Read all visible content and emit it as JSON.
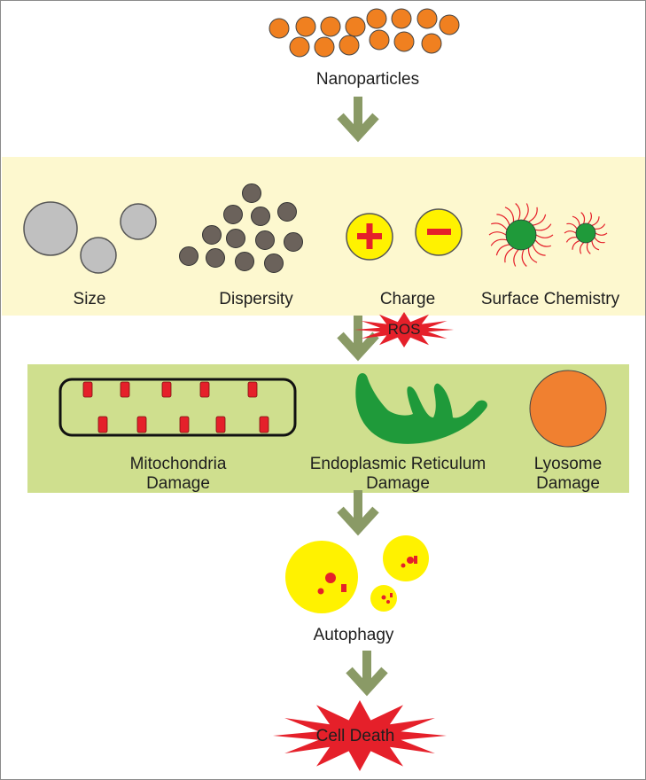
{
  "title": "",
  "nodes": {
    "nanoparticles": "Nanoparticles",
    "size": "Size",
    "dispersity": "Dispersity",
    "charge": "Charge",
    "surface_chemistry": "Surface Chemistry",
    "ros": "ROS",
    "mitochondria_damage": "Mitochondria\nDamage",
    "er_damage": "Endoplasmic Reticulum\nDamage",
    "lysosome_damage": "Lyosome\nDamage",
    "autophagy": "Autophagy",
    "cell_death": "Cell Death"
  },
  "colors": {
    "nanoparticle": "#f08020",
    "factors_band": "#fdf8cf",
    "damage_band": "#cfdf8e",
    "arrow": "#8a9a66",
    "size_particle": "#c0c0c0",
    "dispersity_particle": "#6b625b",
    "charge_fill": "#fff200",
    "charge_sign": "#e5202a",
    "surface_core": "#1f9a3a",
    "surface_ligand": "#e5202a",
    "star": "#e5202a",
    "er": "#1f9a3a",
    "lysosome": "#f08030",
    "autophagosome": "#fff200"
  },
  "edges": [
    [
      "nanoparticles",
      "factors"
    ],
    [
      "factors",
      "damage"
    ],
    [
      "damage",
      "autophagy"
    ],
    [
      "autophagy",
      "cell_death"
    ]
  ]
}
